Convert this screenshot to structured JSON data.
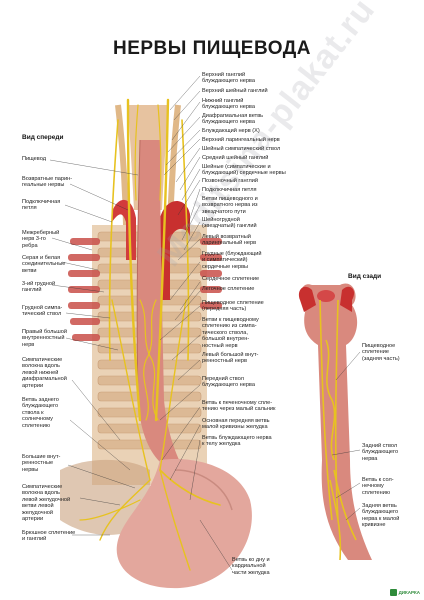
{
  "title": "НЕРВЫ ПИЩЕВОДА",
  "views": {
    "front": "Вид спереди",
    "back": "Вид сзади"
  },
  "watermark": "Meditsina-plakat.ru",
  "brand": "ДИКАРКА",
  "labels_left": [
    "Пищевод",
    "Возвратные парин-\nгеальные нервы",
    "Подключичная\nпетля",
    "Межреберный\nнерв 3-го\nребра",
    "Серая и белая\nсоединительные\nветви",
    "3-ий грудной\nганглий",
    "Грудной симпа-\nтический ствол",
    "Правый большой\nвнутренностный\nнерв",
    "Симпатические\nволокна вдоль\nлевой нижней\nдиафрагмальной\nартерии",
    "Ветвь заднего\nблуждающего\nствола к\nсолнечному\nсплетению",
    "Большие внут-\nренностные\nнервы",
    "Симпатические\nволокна вдоль\nлевой желудочной\nветви левой\nжелудочной\nартерии",
    "Брюшное сплетение\nи ганглий"
  ],
  "labels_right": [
    "Верхний ганглий\nблуждающего нерва",
    "Верхний шейный ганглий",
    "Нижний ганглий\nблуждающего нерва",
    "Диафрагмальная ветвь\nблуждающего нерва",
    "Блуждающий нерв (X)",
    "Верхний ларингеальный нерв",
    "Шейный симпатический ствол",
    "Средний шейный ганглий",
    "Шейные (симпатические и\nблуждающий) сердечные нервы",
    "Позвоночный ганглий",
    "Подключичная петля",
    "Ветви пищеводного и\nвозвратного нерва из\nзвездчатого пути",
    "Шейногрудной\n(звездчатый) ганглий",
    "Левый возвратный\nларингеальный нерв",
    "Грудные (блуждающий\nи симпатический)\nсердечные нервы",
    "Сердечное сплетение",
    "Легочное сплетение",
    "Пищеводное сплетение\n(передняя часть)",
    "Ветви к пищеводному\nсплетению из симпа-\nтического ствола,\nбольшой внутрен-\nностный нерв",
    "Левый большой внут-\nренностный нерв",
    "Передний ствол\nблуждающего нерва",
    "Ветвь к печеночному спле-\nтению через малый сальник",
    "Основная передняя ветвь\nмалой кривизны желудка",
    "Ветвь блуждающего нерва\nк телу желудка",
    "Ветвь ко дну и\nкардиальной\nчасти желудка"
  ],
  "labels_back": [
    "Пищеводное\nсплетение\n(задняя часть)",
    "Задний ствол\nблуждающего\nнерва",
    "Ветвь к сол-\nнечному\nсплетению",
    "Задняя ветвь\nблуждающего\nнерва к малой\nкривизне"
  ]
}
